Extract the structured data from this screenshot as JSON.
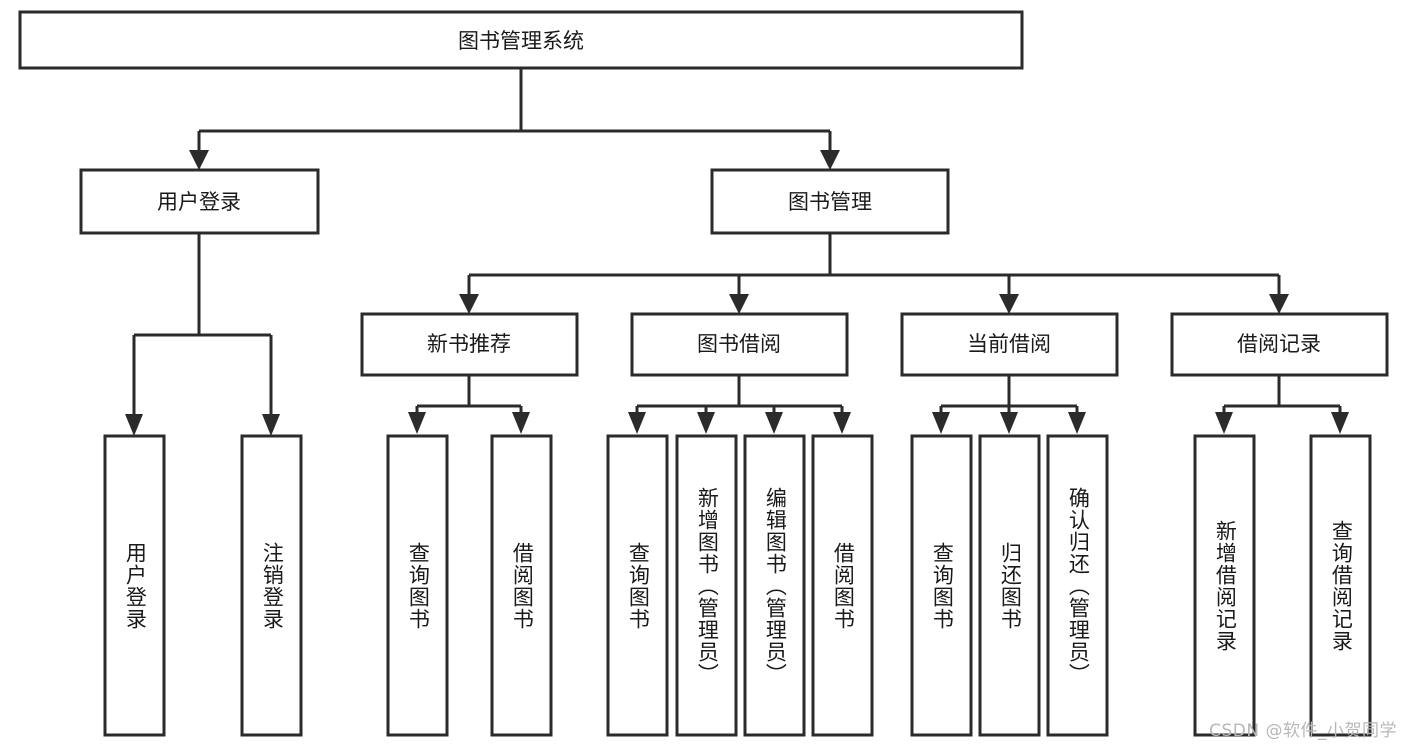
{
  "diagram": {
    "type": "tree",
    "title": "图书管理系统",
    "orientation": "top-down",
    "colors": {
      "box_fill": "#ffffff",
      "box_stroke": "#2b2b2b",
      "text": "#1a1a1a",
      "watermark": "#b8b8b8",
      "background": "#ffffff"
    },
    "root": {
      "label": "图书管理系统"
    },
    "level2": [
      {
        "label": "用户登录"
      },
      {
        "label": "图书管理"
      }
    ],
    "level3": [
      {
        "label": "新书推荐"
      },
      {
        "label": "图书借阅"
      },
      {
        "label": "当前借阅"
      },
      {
        "label": "借阅记录"
      }
    ],
    "leaves": {
      "user_login": [
        {
          "label": "用户登录"
        },
        {
          "label": "注销登录"
        }
      ],
      "new_book_recommend": [
        {
          "label": "查询图书"
        },
        {
          "label": "借阅图书"
        }
      ],
      "book_borrow": [
        {
          "label": "查询图书"
        },
        {
          "label": "新增图书（管理员）"
        },
        {
          "label": "编辑图书（管理员）"
        },
        {
          "label": "借阅图书"
        }
      ],
      "current_borrow": [
        {
          "label": "查询图书"
        },
        {
          "label": "归还图书"
        },
        {
          "label": "确认归还（管理员）"
        }
      ],
      "borrow_record": [
        {
          "label": "新增借阅记录"
        },
        {
          "label": "查询借阅记录"
        }
      ]
    }
  },
  "watermark": {
    "text": "CSDN @软件_小贺同学"
  }
}
